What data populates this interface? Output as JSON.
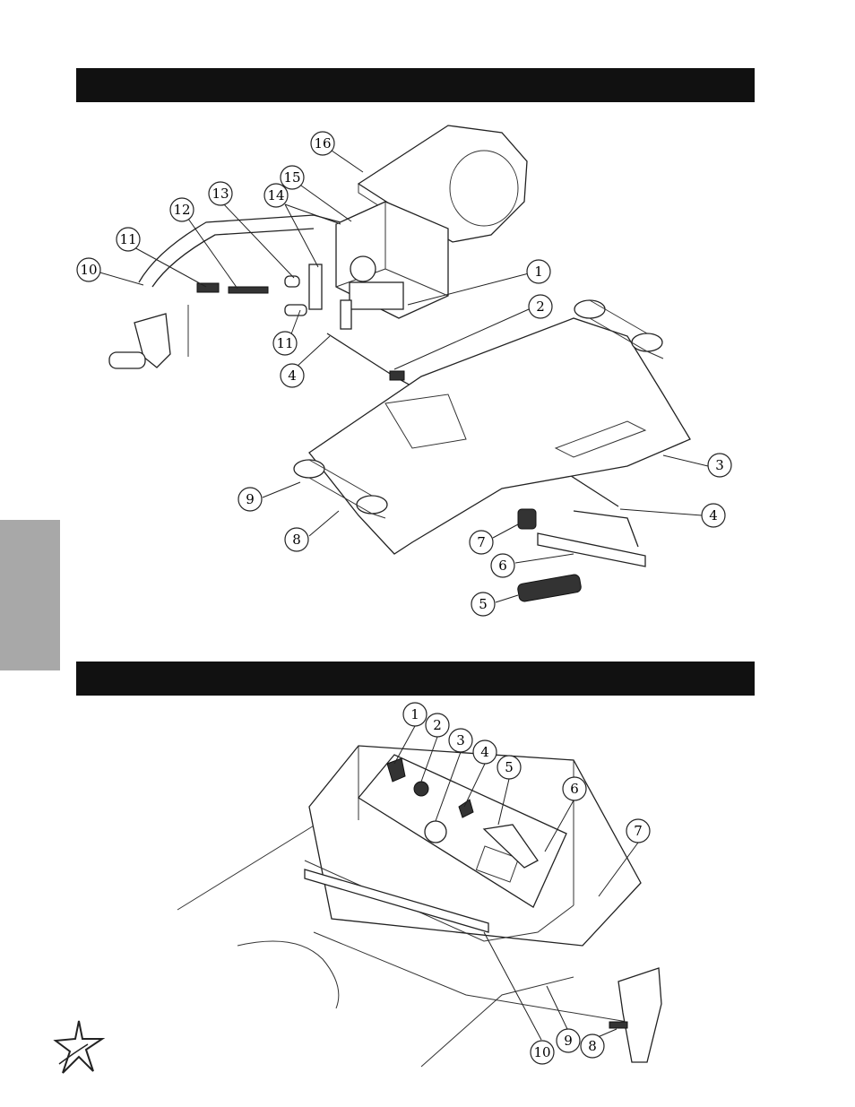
{
  "sections": [
    {
      "header_text": "",
      "callouts": [
        "16",
        "15",
        "14",
        "13",
        "12",
        "11",
        "10",
        "1",
        "2",
        "11",
        "4",
        "3",
        "9",
        "8",
        "4",
        "7",
        "6",
        "5"
      ]
    },
    {
      "header_text": "",
      "callouts": [
        "1",
        "2",
        "3",
        "4",
        "5",
        "6",
        "7",
        "10",
        "9",
        "8"
      ]
    }
  ],
  "colors": {
    "band": "#111111",
    "side_tab": "#a8a8a8"
  },
  "logo": {
    "icon": "star-logo-icon"
  }
}
